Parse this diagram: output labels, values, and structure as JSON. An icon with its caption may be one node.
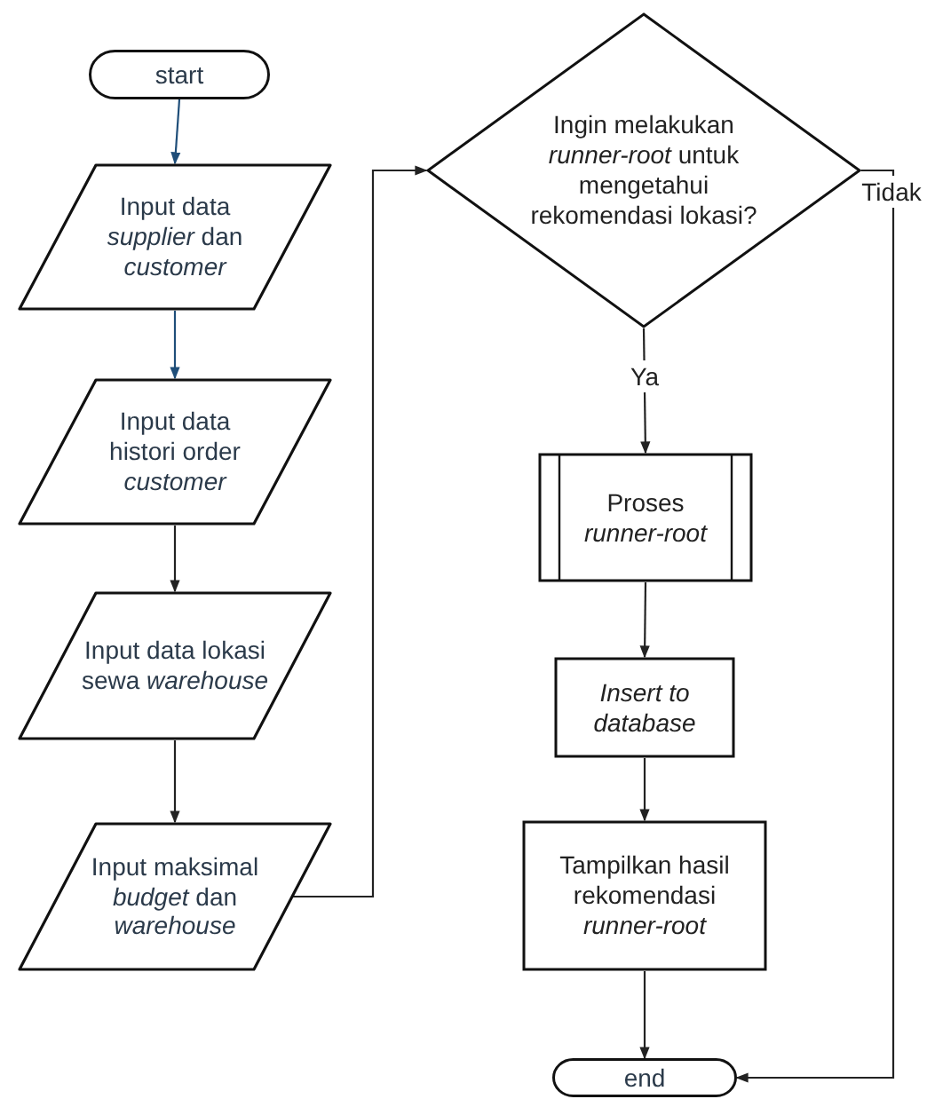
{
  "diagram": {
    "nodes": [
      {
        "text": [
          "start"
        ]
      },
      {
        "text": [
          "Input data *supplier* dan *customer*"
        ]
      },
      {
        "text": [
          "Input data histori order *customer*"
        ]
      },
      {
        "text": [
          "Input data lokasi sewa *warehouse*"
        ]
      },
      {
        "text": [
          "Input maksimal *budget* dan *warehouse*"
        ]
      },
      {
        "text": [
          "Ingin melakukan *runner-root* untuk mengetahui rekomendasi lokasi?"
        ]
      },
      {
        "text": [
          "Proses *runner-root*"
        ]
      },
      {
        "text": [
          "Insert to database"
        ]
      },
      {
        "text": [
          "Tampilkan hasil rekomendasi *runner-root*"
        ]
      },
      {
        "text": [
          "end"
        ]
      }
    ],
    "edges": [
      {
        "from": 0,
        "to": 1,
        "arrow": "to",
        "color": "#1f4e79"
      },
      {
        "from": 1,
        "to": 2,
        "arrow": "to",
        "color": "#1f4e79"
      },
      {
        "from": 2,
        "to": 3,
        "arrow": "to"
      },
      {
        "from": 3,
        "to": 4,
        "arrow": "to"
      },
      {
        "from": 4,
        "to": 5,
        "arrow": "to"
      },
      {
        "from": 5,
        "to": 6,
        "label": "Ya",
        "arrow": "to"
      },
      {
        "from": 6,
        "to": 7,
        "arrow": "to"
      },
      {
        "from": 7,
        "to": 8,
        "arrow": "to"
      },
      {
        "from": 8,
        "to": 9,
        "arrow": "to"
      },
      {
        "from": 5,
        "to": 9,
        "label": "Tidak",
        "arrow": "to"
      }
    ]
  }
}
